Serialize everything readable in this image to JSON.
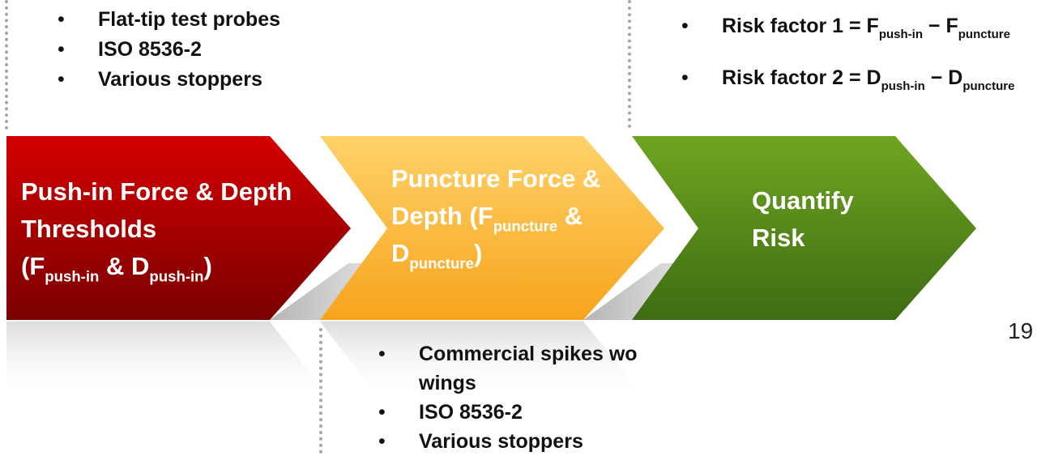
{
  "top_left_list": [
    "Flat-tip test probes",
    "ISO 8536-2",
    "Various stoppers"
  ],
  "bottom_list": [
    "Commercial spikes wo",
    "wings",
    "ISO 8536-2",
    "Various stoppers"
  ],
  "risk": {
    "r1_label": "Risk factor 1 = F",
    "r1_sub1": "push-in",
    "r1_mid": " − F",
    "r1_sub2": "puncture",
    "r2_label": "Risk factor 2 = D",
    "r2_sub1": "push-in",
    "r2_mid": " − D",
    "r2_sub2": "puncture"
  },
  "step1": {
    "line1": "Push-in Force & Depth",
    "line2": "Thresholds",
    "open": "(F",
    "sub1": "push-in",
    "mid": " & D",
    "sub2": "push-in",
    "close": ")"
  },
  "step2": {
    "line1": "Puncture Force &",
    "line2a": "Depth (F",
    "sub1": "puncture",
    "line2b": " &",
    "line3a": "D",
    "sub2": "puncture",
    "line3b": ")"
  },
  "step3": {
    "line1": "Quantify",
    "line2": "Risk"
  },
  "page_number": "19",
  "colors": {
    "step1_top": "#d40000",
    "step1_bottom": "#7a0000",
    "step2_top": "#ffd26a",
    "step2_bottom": "#f7a41c",
    "step3_top": "#6fa521",
    "step3_bottom": "#3e6b12"
  }
}
